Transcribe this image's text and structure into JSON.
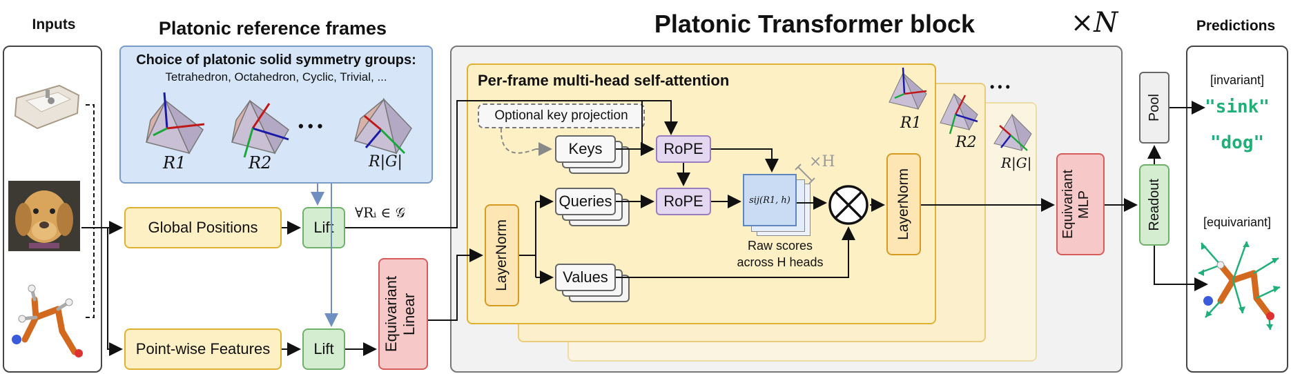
{
  "titles": {
    "inputs": "Inputs",
    "frames": "Platonic reference frames",
    "block": "Platonic Transformer block",
    "repeat": "×N",
    "predictions": "Predictions"
  },
  "frames_panel": {
    "heading": "Choice of platonic solid symmetry groups:",
    "subheading": "Tetrahedron, Octahedron, Cyclic, Trivial, ...",
    "labels": [
      "R1",
      "R2",
      "R|G|"
    ],
    "ellipsis": "• • •"
  },
  "inputs": [
    "sink-image",
    "dog-image",
    "molecule-image"
  ],
  "blocks": {
    "global_positions": "Global Positions",
    "pointwise_features": "Point-wise Features",
    "lift_top": "Lift",
    "lift_bottom": "Lift",
    "forall": "∀Rᵢ ∈ 𝒢",
    "equivariant_linear": "Equivariant Linear",
    "attention_title": "Per-frame multi-head self-attention",
    "optional_key": "Optional key projection",
    "keys": "Keys",
    "queries": "Queries",
    "values": "Values",
    "rope_top": "RoPE",
    "rope_bottom": "RoPE",
    "layernorm_left": "LayerNorm",
    "layernorm_right": "LayerNorm",
    "scores": "sij(R1, h)",
    "times_h": "×H",
    "raw_scores_line1": "Raw scores",
    "raw_scores_line2": "across H heads",
    "stack_labels": [
      "R1",
      "R2",
      "R|G|"
    ],
    "stack_dots": "• • •",
    "equivariant_mlp": "Equivariant MLP",
    "readout": "Readout",
    "pool": "Pool"
  },
  "predictions": {
    "invariant_label": "[invariant]",
    "outputs": [
      "\"sink\"",
      "\"dog\""
    ],
    "equivariant_label": "[equivariant]"
  },
  "colors": {
    "yellow": "#fdf0c4",
    "green": "#d4ecd0",
    "red": "#f6c8c8",
    "purple": "#e3d8f0",
    "blue_panel": "#d6e6f8",
    "prediction_green": "#1fb07a"
  }
}
